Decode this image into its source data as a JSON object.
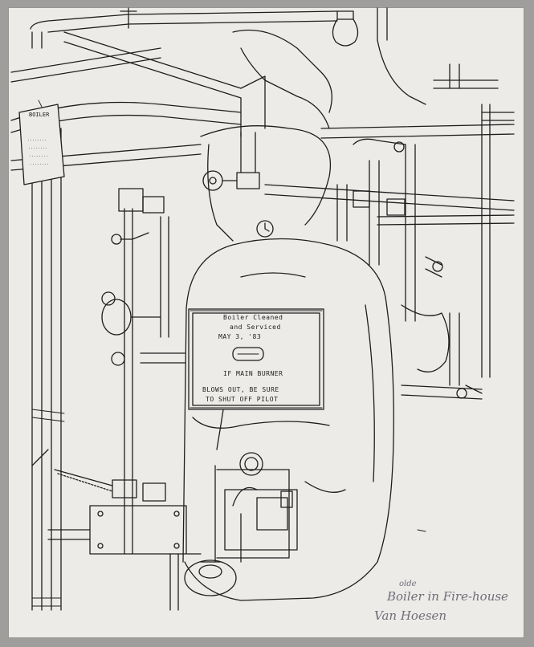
{
  "artwork": {
    "medium": "pen-and-ink line drawing",
    "subject_icon": "boiler-drawing",
    "paper_color": "#ecebe8",
    "ink_color": "#1e1e1e",
    "pencil_color": "#6f6e78"
  },
  "boiler_plate": {
    "line1": "Boiler Cleaned",
    "line2": "and Serviced",
    "line3": "MAY 3, '83",
    "line4": "IF MAIN BURNER",
    "line5": "BLOWS OUT, BE SURE",
    "line6": "TO SHUT OFF PILOT"
  },
  "wall_sign": {
    "title": "BOILER",
    "lines": [
      "........",
      "........",
      "........",
      "........"
    ]
  },
  "inscription": {
    "insert": "olde",
    "line1": "Boiler in Fire-house",
    "line2": "Van Hoesen"
  }
}
